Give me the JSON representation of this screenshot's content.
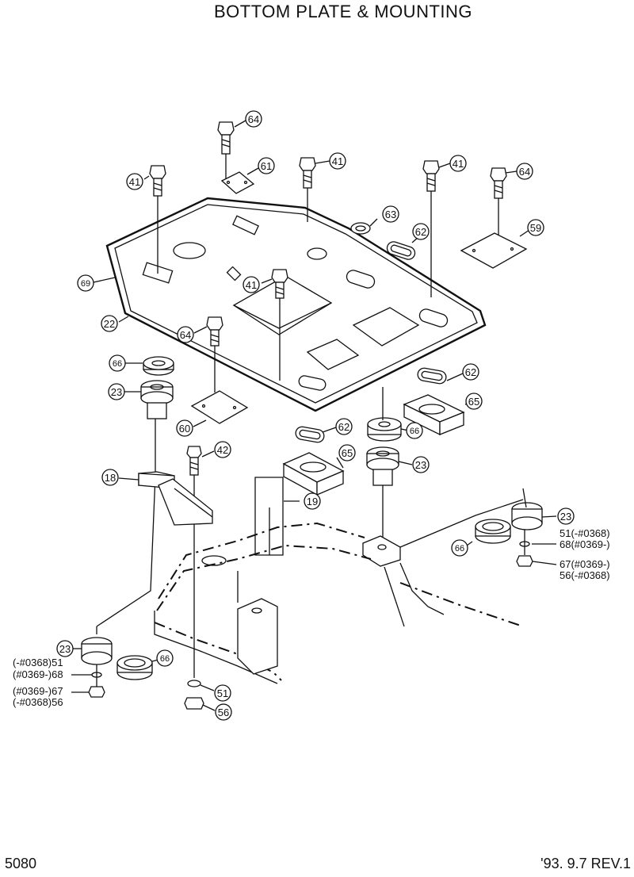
{
  "header": {
    "title": "BOTTOM PLATE & MOUNTING"
  },
  "footer": {
    "page_number": "5080",
    "revision": "'93. 9.7 REV.1"
  },
  "callouts": {
    "c64a": "64",
    "c61": "61",
    "c41a": "41",
    "c41b": "41",
    "c41c": "41",
    "c64b": "64",
    "c63": "63",
    "c62a": "62",
    "c59": "59",
    "c69": "69",
    "c41d": "41",
    "c22": "22",
    "c64c": "64",
    "c66a": "66",
    "c23a": "23",
    "c60": "60",
    "c62b": "62",
    "c65a": "65",
    "c62c": "62",
    "c66b": "66",
    "c42": "42",
    "c65b": "65",
    "c23b": "23",
    "c18": "18",
    "c19": "19",
    "c23c": "23",
    "c66c": "66",
    "c51r": "51(-#0368)",
    "c68r": "68(#0369-)",
    "c67r": "67(#0369-)",
    "c56r": "56(-#0368)",
    "c23d": "23",
    "c66d": "66",
    "c51l": "(-#0368)51",
    "c68l": "(#0369-)68",
    "c67l": "(#0369-)67",
    "c56l": "(-#0368)56",
    "c51": "51",
    "c56": "56"
  }
}
